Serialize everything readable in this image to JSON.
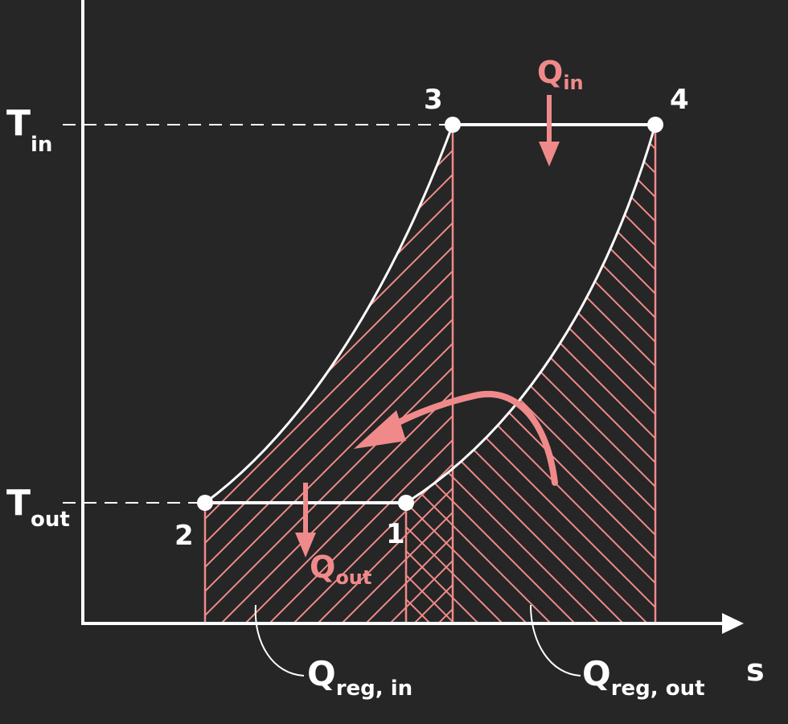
{
  "colors": {
    "background": "#262626",
    "line": "#ffffff",
    "accent": "#f08a8a"
  },
  "axis": {
    "t_in_main": "T",
    "t_in_sub": "in",
    "t_out_main": "T",
    "t_out_sub": "out",
    "x_label": "s"
  },
  "points": {
    "p1": "1",
    "p2": "2",
    "p3": "3",
    "p4": "4"
  },
  "heat": {
    "q_in_main": "Q",
    "q_in_sub": "in",
    "q_out_main": "Q",
    "q_out_sub": "out",
    "q_reg_in_main": "Q",
    "q_reg_in_sub": "reg, in",
    "q_reg_out_main": "Q",
    "q_reg_out_sub": "reg, out"
  }
}
